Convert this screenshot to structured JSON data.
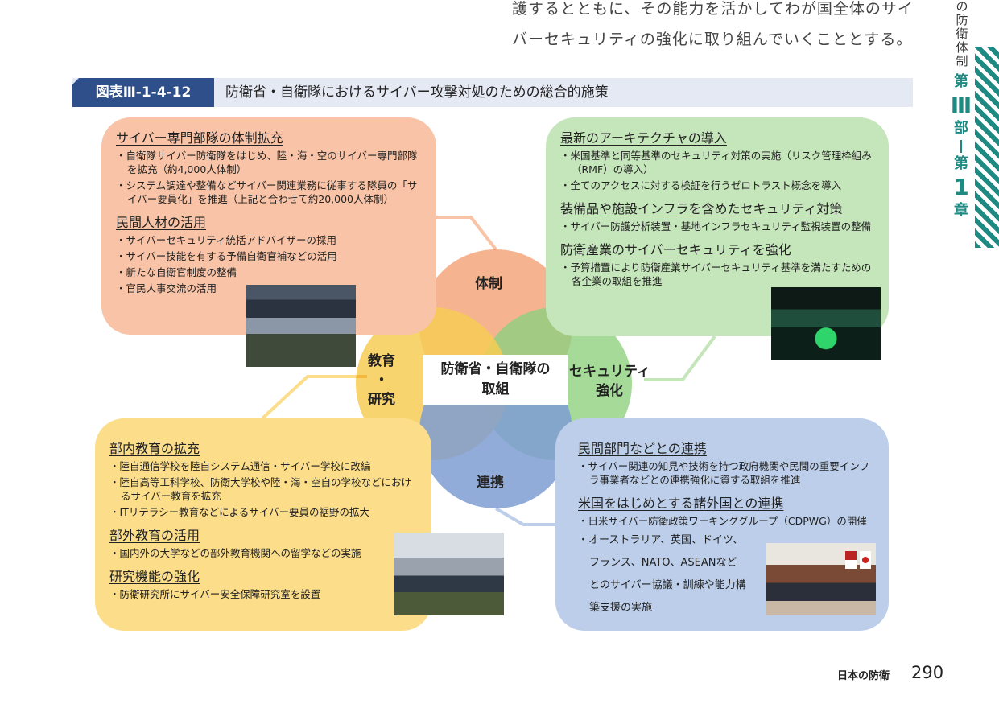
{
  "intro": {
    "line1": "護するとともに、その能力を活かしてわが国全体のサイ",
    "line2": "バーセキュリティの強化に取り組んでいくこととする。"
  },
  "side": {
    "vertical_chars": [
      "の",
      "防",
      "衛",
      "体",
      "制"
    ],
    "part_prefix": "第",
    "part_num": "Ⅲ",
    "part_suffix": "部",
    "chapter_prefix": "第",
    "chapter_num": "1",
    "chapter_suffix": "章",
    "accent_color": "#1f8a82"
  },
  "figure": {
    "tag": "図表Ⅲ-1-4-12",
    "title": "防衛省・自衛隊におけるサイバー攻撃対処のための総合的施策",
    "tag_color": "#2e4f8a"
  },
  "venn": {
    "top": "体制",
    "left": [
      "教育",
      "・",
      "研究"
    ],
    "right": [
      "セキュリティ",
      "強化"
    ],
    "bottom": "連携",
    "center": [
      "防衛省・自衛隊の",
      "取組"
    ],
    "colors": {
      "top": "#f4a67d",
      "left": "#f7cc55",
      "right": "#8fd17f",
      "bottom": "#7f9ed4"
    }
  },
  "boxes": {
    "tl": {
      "sections": [
        {
          "heading": "サイバー専門部隊の体制拡充",
          "items": [
            "・自衛隊サイバー防衛隊をはじめ、陸・海・空のサイバー専門部隊を拡充（約4,000人体制）",
            "・システム調達や整備などサイバー関連業務に従事する隊員の「サイバー要員化」を推進（上記と合わせて約20,000人体制）"
          ]
        },
        {
          "heading": "民間人材の活用",
          "items": [
            "・サイバーセキュリティ統括アドバイザーの採用",
            "・サイバー技能を有する予備自衛官補などの活用",
            "・新たな自衛官制度の整備",
            "・官民人事交流の活用"
          ]
        }
      ]
    },
    "tr": {
      "sections": [
        {
          "heading": "最新のアーキテクチャの導入",
          "items": [
            "・米国基準と同等基準のセキュリティ対策の実施（リスク管理枠組み（RMF）の導入）",
            "・全てのアクセスに対する検証を行うゼロトラスト概念を導入"
          ]
        },
        {
          "heading": "装備品や施設インフラを含めたセキュリティ対策",
          "items": [
            "・サイバー防護分析装置・基地インフラセキュリティ監視装置の整備"
          ]
        },
        {
          "heading": "防衛産業のサイバーセキュリティを強化",
          "items": [
            "・予算措置により防衛産業サイバーセキュリティ基準を満たすための各企業の取組を推進"
          ]
        }
      ]
    },
    "bl": {
      "sections": [
        {
          "heading": "部内教育の拡充",
          "items": [
            "・陸自通信学校を陸自システム通信・サイバー学校に改編",
            "・陸自高等工科学校、防衛大学校や陸・海・空自の学校などにおけるサイバー教育を拡充",
            "・ITリテラシー教育などによるサイバー要員の裾野の拡大"
          ]
        },
        {
          "heading": "部外教育の活用",
          "items": [
            "・国内外の大学などの部外教育機関への留学などの実施"
          ]
        },
        {
          "heading": "研究機能の強化",
          "items": [
            "・防衛研究所にサイバー安全保障研究室を設置"
          ]
        }
      ]
    },
    "br": {
      "sections": [
        {
          "heading": "民間部門などとの連携",
          "items": [
            "・サイバー関連の知見や技術を持つ政府機関や民間の重要インフラ事業者などとの連携強化に資する取組を推進"
          ]
        },
        {
          "heading": "米国をはじめとする諸外国との連携",
          "items": [
            "・日米サイバー防衛政策ワーキンググループ（CDPWG）の開催"
          ]
        }
      ],
      "wide_item": [
        "・オーストラリア、英国、ドイツ、",
        "フランス、NATO、ASEANなど",
        "とのサイバー協議・訓練や能力構",
        "築支援の実施"
      ]
    }
  },
  "footer": {
    "label": "日本の防衛",
    "page": "290"
  }
}
